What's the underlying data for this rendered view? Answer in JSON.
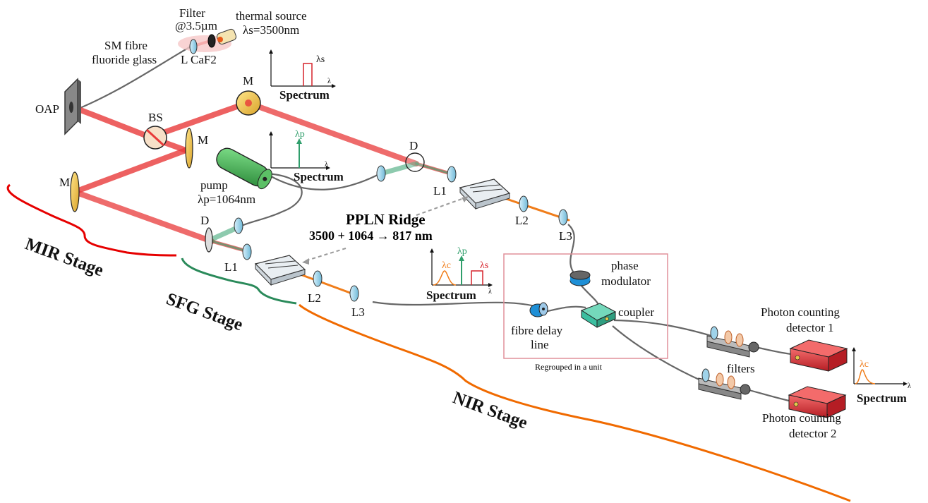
{
  "labels": {
    "filter": "Filter",
    "filter_wavelength": "@3.5µm",
    "thermal_source": "thermal source",
    "thermal_lambda": "λs=3500nm",
    "sm_fibre": "SM fibre",
    "fluoride_glass": "fluoride glass",
    "lens_caf2": "L CaF2",
    "spectrum": "Spectrum",
    "lambda_s": "λs",
    "lambda_p": "λp",
    "lambda_c": "λc",
    "lambda_axis": "λ",
    "oap": "OAP",
    "bs": "BS",
    "mirror": "M",
    "dichroic": "D",
    "pump": "pump",
    "pump_lambda": "λp=1064nm",
    "lens_l1": "L1",
    "lens_l2": "L2",
    "lens_l3": "L3",
    "ppln_title": "PPLN Ridge",
    "ppln_equation": "3500 + 1064 → 817 nm",
    "phase_modulator_1": "phase",
    "phase_modulator_2": "modulator",
    "coupler": "coupler",
    "fibre_delay_1": "fibre delay",
    "fibre_delay_2": "line",
    "unit_caption": "Regrouped in a unit",
    "filters": "filters",
    "detector1_1": "Photon counting",
    "detector1_2": "detector 1",
    "detector2_1": "Photon counting",
    "detector2_2": "detector 2",
    "mir_stage": "MIR Stage",
    "sfg_stage": "SFG Stage",
    "nir_stage": "NIR Stage"
  },
  "colors": {
    "mir_beam": "#e83a3a",
    "pump_beam": "#2f9e6b",
    "nir_beam": "#f07d1a",
    "mir_brace": "#e60000",
    "sfg_brace": "#2a8a5a",
    "nir_brace": "#f06a00",
    "unit_box": "#e0909a",
    "fibre": "#666666",
    "lens": "#9fd3ea",
    "mirror": "#f2d35a",
    "detector": "#e2383f",
    "coupler": "#3bbfa0",
    "modulator": "#1e8fd6"
  }
}
